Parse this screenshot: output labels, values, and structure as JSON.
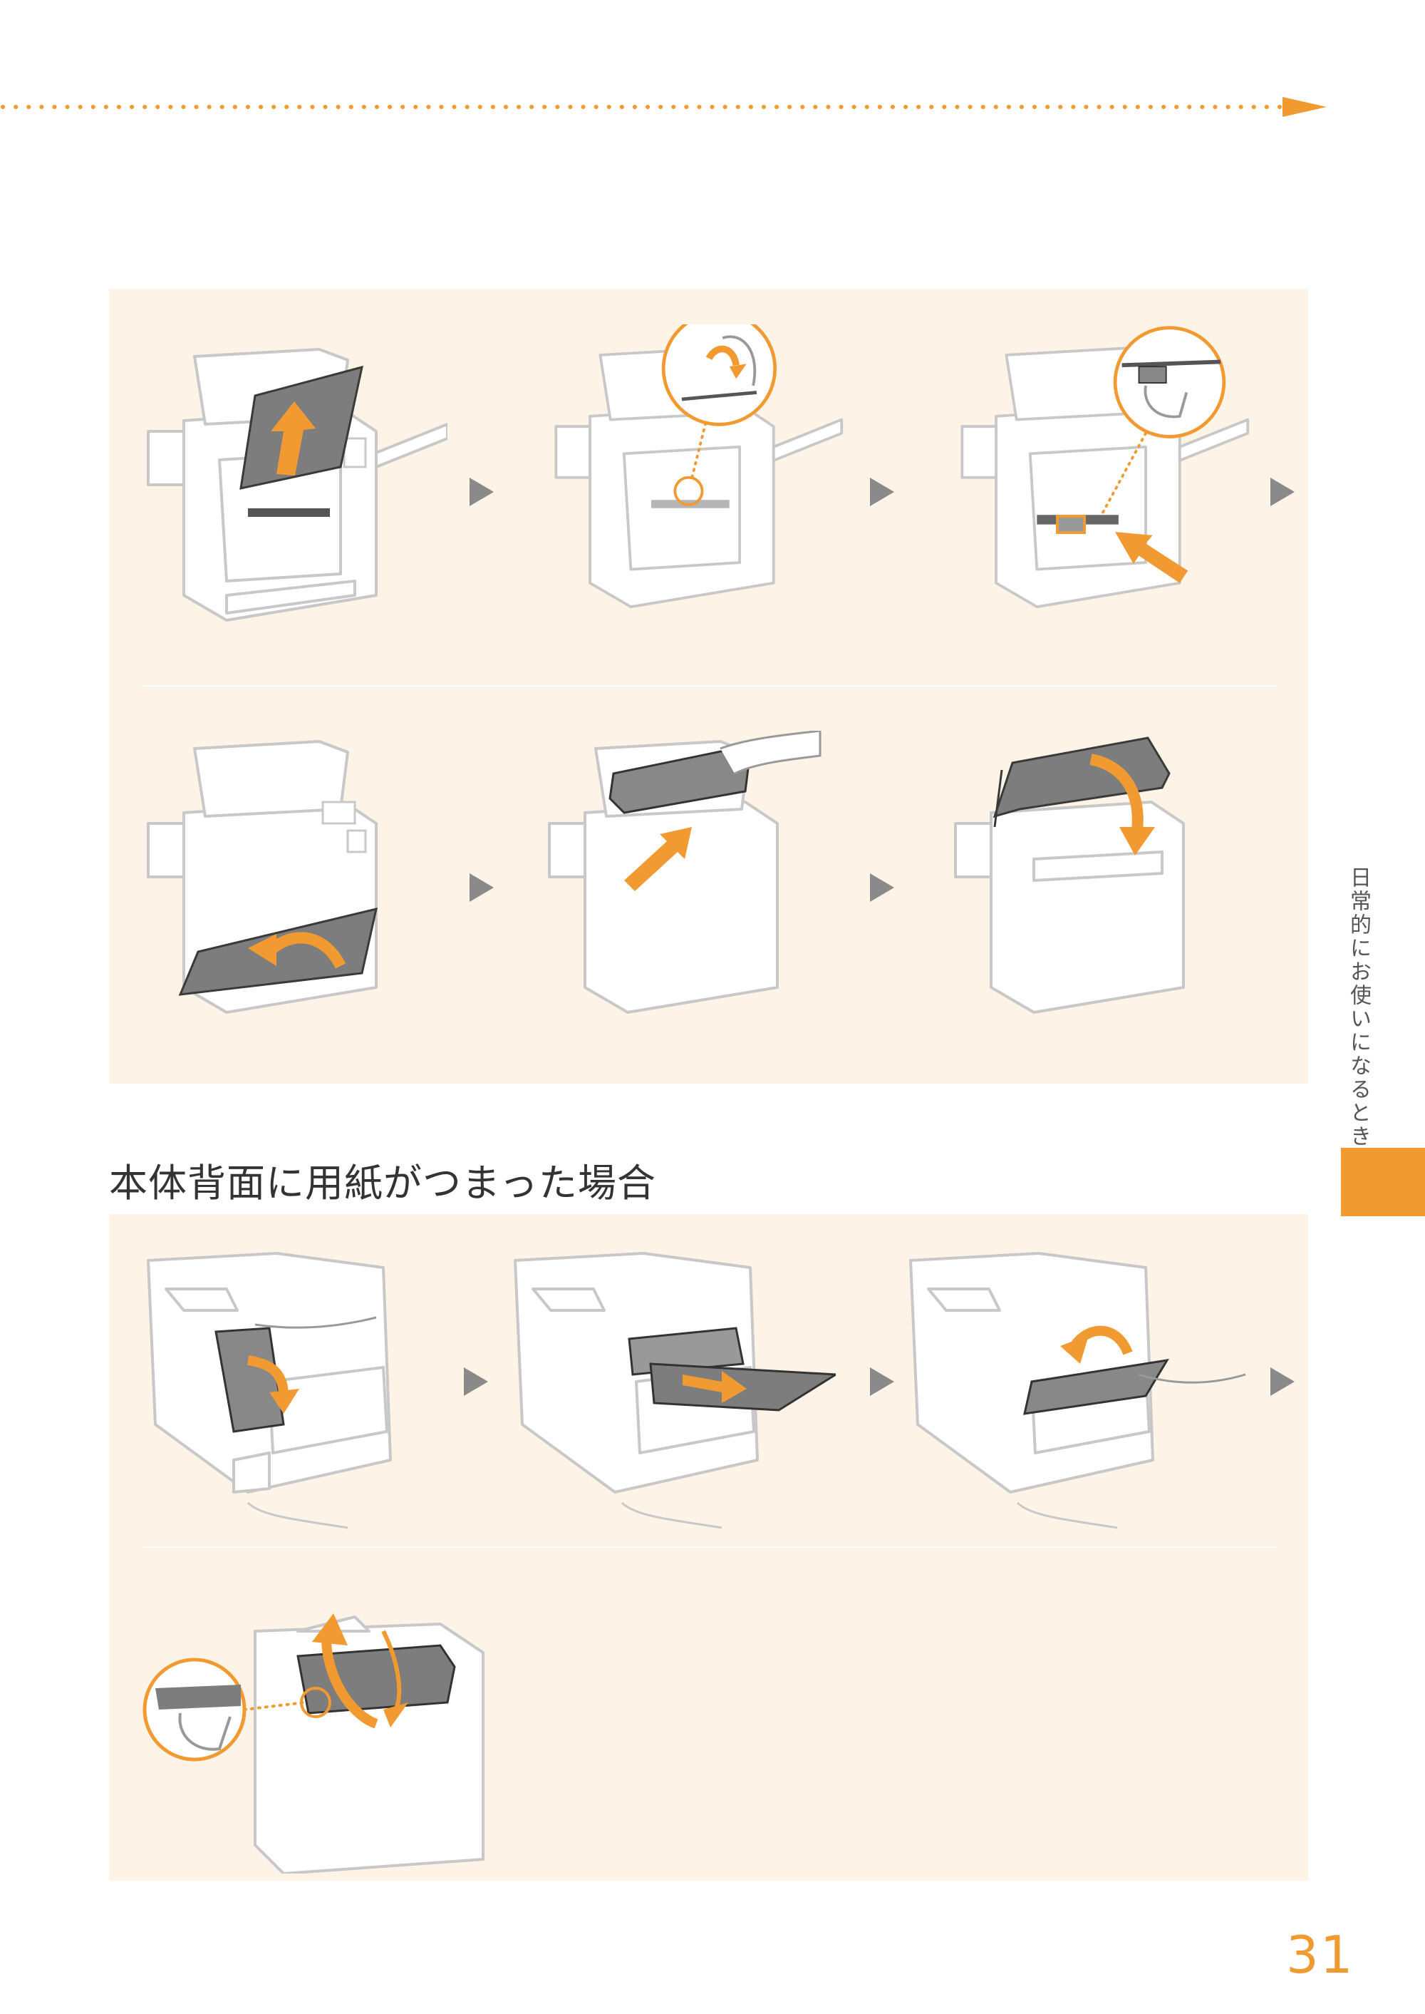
{
  "section": {
    "heading": "本体背面に用紙がつまった場合"
  },
  "sidebar": {
    "chapter_label": "日常的にお使いになるときに"
  },
  "footer": {
    "page_number": "31"
  },
  "colors": {
    "accent": "#f29a32",
    "panel_background": "#fdf3e6",
    "step_arrow": "#8a8a8a",
    "printer_outline": "#c8c8c8"
  },
  "panels": [
    {
      "name": "front-jam-steps",
      "steps": [
        {
          "illustration": "remove-jammed-paper-upward"
        },
        {
          "illustration": "check-inside-zoom"
        },
        {
          "illustration": "push-green-lever"
        },
        {
          "illustration": "close-inner-cover"
        },
        {
          "illustration": "reinsert-toner-cartridge"
        },
        {
          "illustration": "close-top-cover"
        }
      ]
    },
    {
      "name": "rear-jam-steps",
      "steps": [
        {
          "illustration": "open-rear-cover"
        },
        {
          "illustration": "pull-out-jammed-paper"
        },
        {
          "illustration": "close-rear-cover"
        },
        {
          "illustration": "open-close-top-cover"
        }
      ]
    }
  ]
}
